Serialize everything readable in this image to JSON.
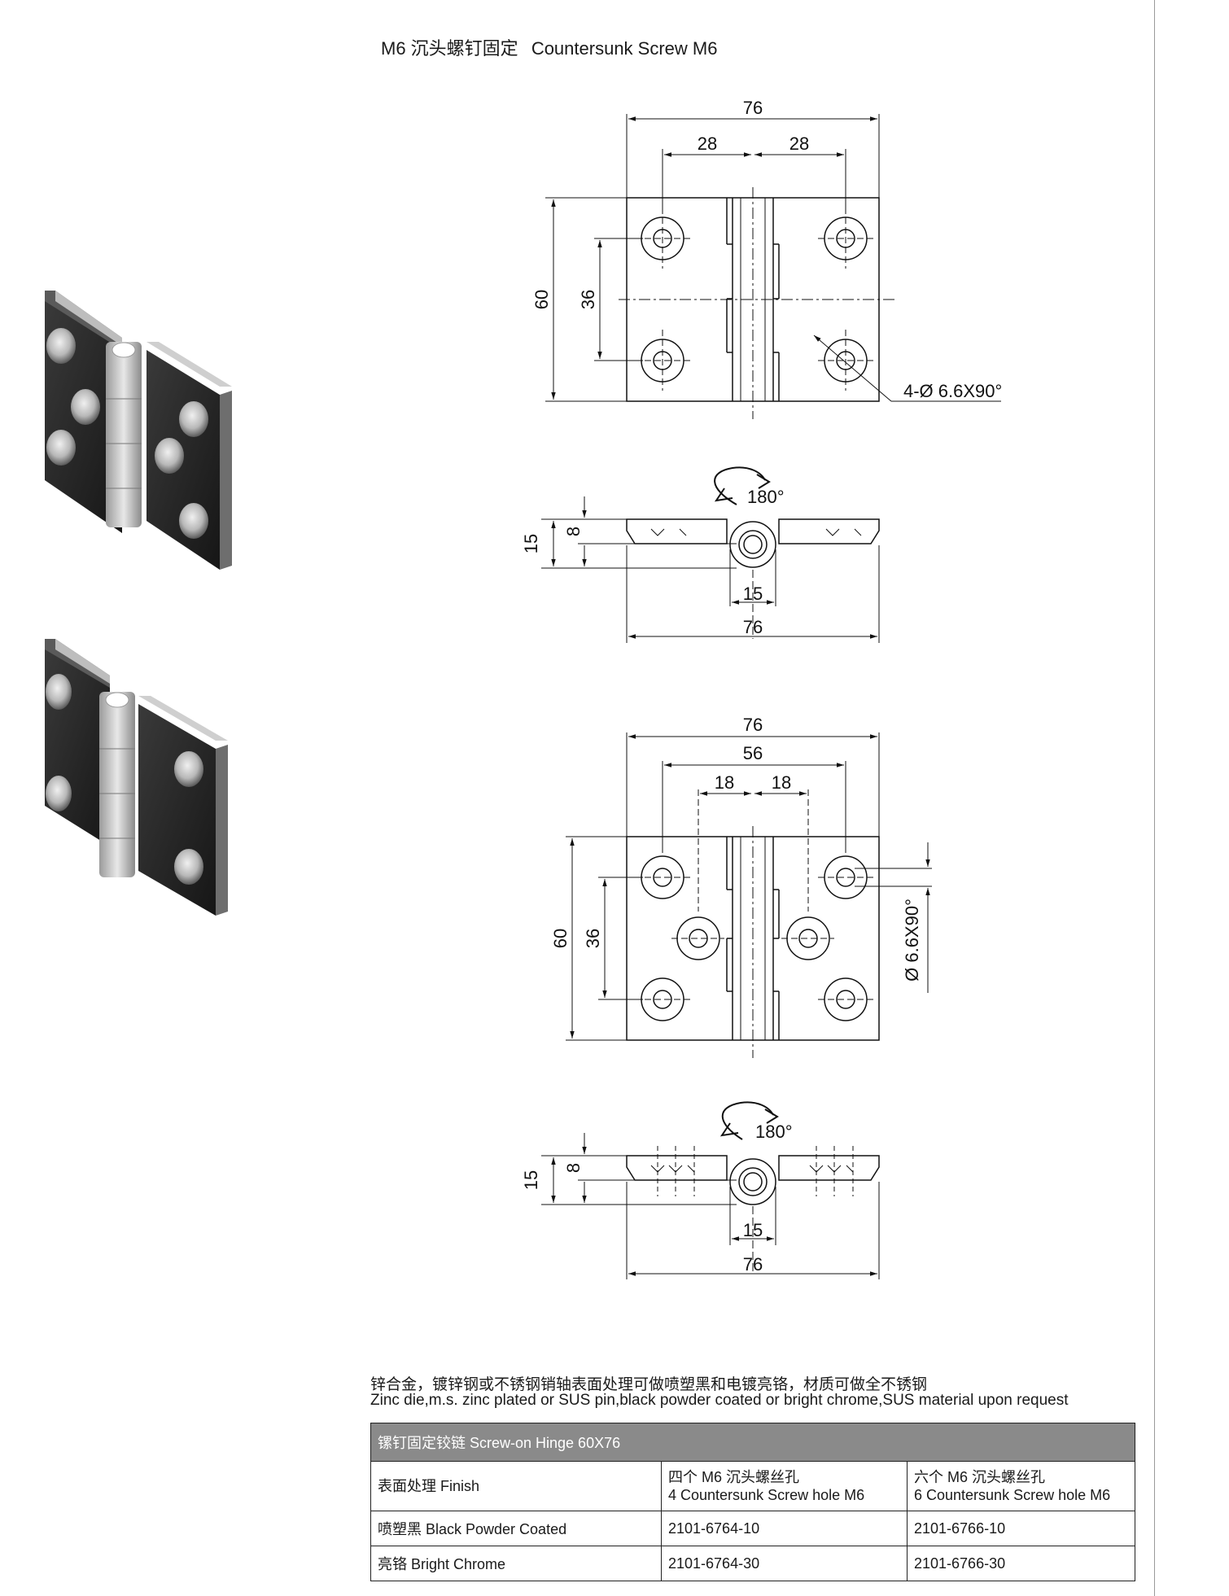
{
  "header": {
    "title_cn": "M6 沉头螺钉固定",
    "title_en": "Countersunk Screw M6"
  },
  "drawing1": {
    "width": "76",
    "half_left": "28",
    "half_right": "28",
    "height": "60",
    "hole_spacing": "36",
    "hole_callout": "4-Ø 6.6X90°"
  },
  "side1": {
    "rotation": "180°",
    "thickness": "15",
    "leaf": "8",
    "knuckle": "15",
    "width": "76"
  },
  "drawing2": {
    "width": "76",
    "outer_spacing": "56",
    "inner_left": "18",
    "inner_right": "18",
    "height": "60",
    "hole_spacing": "36",
    "hole_callout": "Ø 6.6X90°"
  },
  "side2": {
    "rotation": "180°",
    "thickness": "15",
    "leaf": "8",
    "knuckle": "15",
    "width": "76"
  },
  "notes": {
    "cn": "锌合金，镀锌钢或不锈钢销轴表面处理可做喷塑黑和电镀亮铬，材质可做全不锈钢",
    "en": "Zinc die,m.s. zinc plated or SUS pin,black  powder coated or bright chrome,SUS material upon request"
  },
  "table": {
    "title": "镙钉固定铰链  Screw-on Hinge 60X76",
    "headers": {
      "finish": "表面处理 Finish",
      "col4_cn": "四个 M6 沉头螺丝孔",
      "col4_en": "4 Countersunk Screw hole M6",
      "col6_cn": "六个 M6 沉头螺丝孔",
      "col6_en": "6 Countersunk Screw hole M6"
    },
    "rows": [
      {
        "finish": "喷塑黑 Black Powder Coated",
        "four_hole": "2101-6764-10",
        "six_hole": "2101-6766-10"
      },
      {
        "finish": "亮铬 Bright Chrome",
        "four_hole": "2101-6764-30",
        "six_hole": "2101-6766-30"
      }
    ]
  }
}
